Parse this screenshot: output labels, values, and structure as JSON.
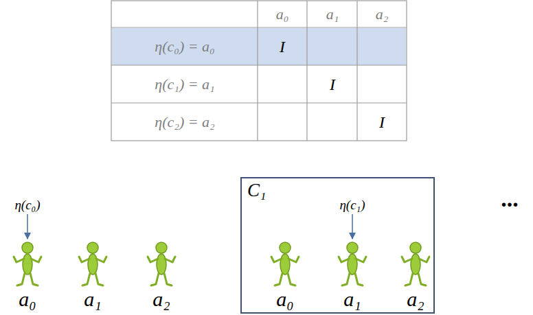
{
  "diagram": {
    "nodes": [
      {
        "text": [
          "C₁"
        ]
      }
    ],
    "labels": [
      "a₀",
      "a₁",
      "a₂",
      "η(c₀) = a₀",
      "I",
      "η(c₁) = a₁",
      "I",
      "η(c₂) = a₂",
      "I",
      "η(c₀)",
      "a₀",
      "a₁",
      "a₂",
      "η(c₁)",
      "a₀",
      "a₁",
      "a₂",
      "..."
    ]
  }
}
